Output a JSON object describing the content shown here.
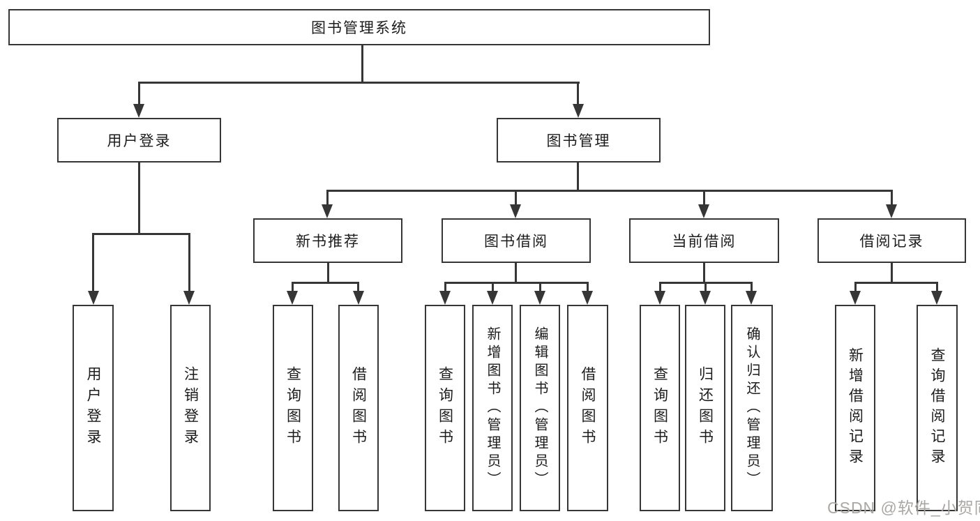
{
  "colors": {
    "line": "#363636",
    "text": "#1c1c1c",
    "box_background": "#ffffff",
    "page_background": "#ffffff",
    "watermark": "#aaa7a4"
  },
  "watermark": {
    "text": "CSDN @软件_小贺同学"
  },
  "tree": {
    "root": {
      "label": "图书管理系统"
    },
    "children": [
      {
        "label": "用户登录",
        "children": [
          {
            "label": "用户登录"
          },
          {
            "label": "注销登录"
          }
        ]
      },
      {
        "label": "图书管理",
        "children": [
          {
            "label": "新书推荐",
            "children": [
              {
                "label": "查询图书"
              },
              {
                "label": "借阅图书"
              }
            ]
          },
          {
            "label": "图书借阅",
            "children": [
              {
                "label": "查询图书"
              },
              {
                "label": "新增图书（管理员）"
              },
              {
                "label": "编辑图书（管理员）"
              },
              {
                "label": "借阅图书"
              }
            ]
          },
          {
            "label": "当前借阅",
            "children": [
              {
                "label": "查询图书"
              },
              {
                "label": "归还图书"
              },
              {
                "label": "确认归还（管理员）"
              }
            ]
          },
          {
            "label": "借阅记录",
            "children": [
              {
                "label": "新增借阅记录"
              },
              {
                "label": "查询借阅记录"
              }
            ]
          }
        ]
      }
    ]
  }
}
